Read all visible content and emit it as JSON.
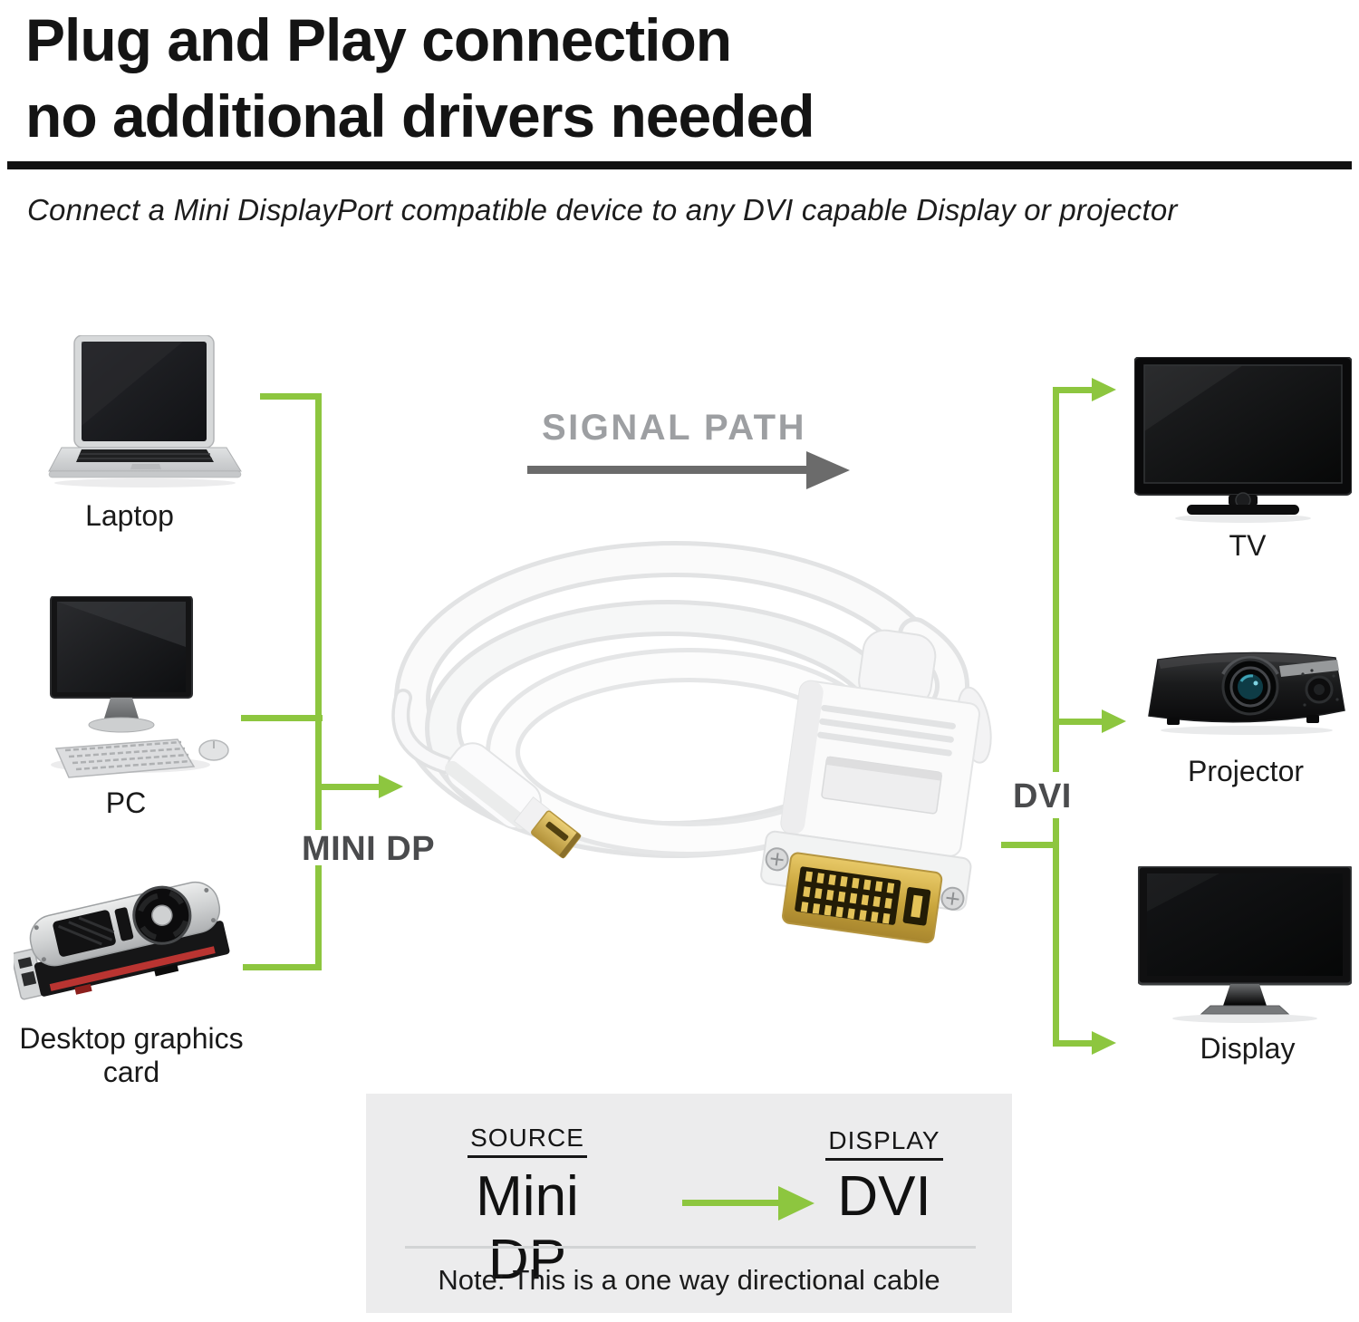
{
  "header": {
    "title_line1": "Plug and Play connection",
    "title_line2": "no additional drivers needed",
    "subtitle": "Connect a Mini DisplayPort compatible device to any DVI capable Display or projector"
  },
  "diagram": {
    "signal_path_label": "SIGNAL PATH",
    "source_port_label": "MINI DP",
    "display_port_label": "DVI",
    "sources": [
      {
        "label": "Laptop"
      },
      {
        "label": "PC"
      },
      {
        "label": "Desktop graphics card"
      }
    ],
    "displays": [
      {
        "label": "TV"
      },
      {
        "label": "Projector"
      },
      {
        "label": "Display"
      }
    ]
  },
  "summary_box": {
    "source_heading": "SOURCE",
    "source_value": "Mini DP",
    "display_heading": "DISPLAY",
    "display_value": "DVI",
    "note": "Note: This is a one way directional cable"
  },
  "colors": {
    "accent_green": "#8dc63f",
    "signal_path_gray": "#9d9fa2",
    "signal_arrow_gray": "#6b6b6b",
    "port_label_gray": "#4a4b4d",
    "summary_box_bg": "#ececed",
    "gold": "#d4b045"
  }
}
